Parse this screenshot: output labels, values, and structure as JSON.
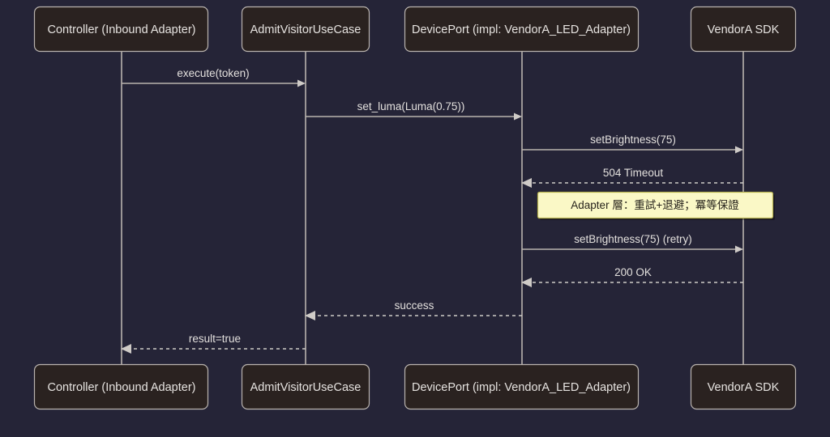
{
  "diagram": {
    "type": "sequence-diagram",
    "background_color": "#252437",
    "actor_box_color": "#2a2220",
    "actor_border_color": "#b9b3ae",
    "line_color": "#b9b3ae",
    "note_color": "#faf8c6",
    "note_border_color": "#b6b24f",
    "text_color": "#e6e3e0",
    "participants": [
      {
        "id": "controller",
        "label": "Controller (Inbound Adapter)"
      },
      {
        "id": "usecase",
        "label": "AdmitVisitorUseCase"
      },
      {
        "id": "deviceport",
        "label": "DevicePort (impl: VendorA_LED_Adapter)"
      },
      {
        "id": "sdk",
        "label": "VendorA SDK"
      }
    ],
    "messages": [
      {
        "label": "execute(token)",
        "from": "controller",
        "to": "usecase",
        "style": "solid",
        "direction": "right"
      },
      {
        "label": "set_luma(Luma(0.75))",
        "from": "usecase",
        "to": "deviceport",
        "style": "solid",
        "direction": "right"
      },
      {
        "label": "setBrightness(75)",
        "from": "deviceport",
        "to": "sdk",
        "style": "solid",
        "direction": "right"
      },
      {
        "label": "504 Timeout",
        "from": "sdk",
        "to": "deviceport",
        "style": "dashed",
        "direction": "left"
      },
      {
        "label": "setBrightness(75) (retry)",
        "from": "deviceport",
        "to": "sdk",
        "style": "solid",
        "direction": "right"
      },
      {
        "label": "200 OK",
        "from": "sdk",
        "to": "deviceport",
        "style": "dashed",
        "direction": "left"
      },
      {
        "label": "success",
        "from": "deviceport",
        "to": "usecase",
        "style": "dashed",
        "direction": "left"
      },
      {
        "label": "result=true",
        "from": "usecase",
        "to": "controller",
        "style": "dashed",
        "direction": "left"
      }
    ],
    "notes": [
      {
        "label": "Adapter 層：重試+退避；冪等保證",
        "over": "deviceport-to-sdk"
      }
    ]
  }
}
